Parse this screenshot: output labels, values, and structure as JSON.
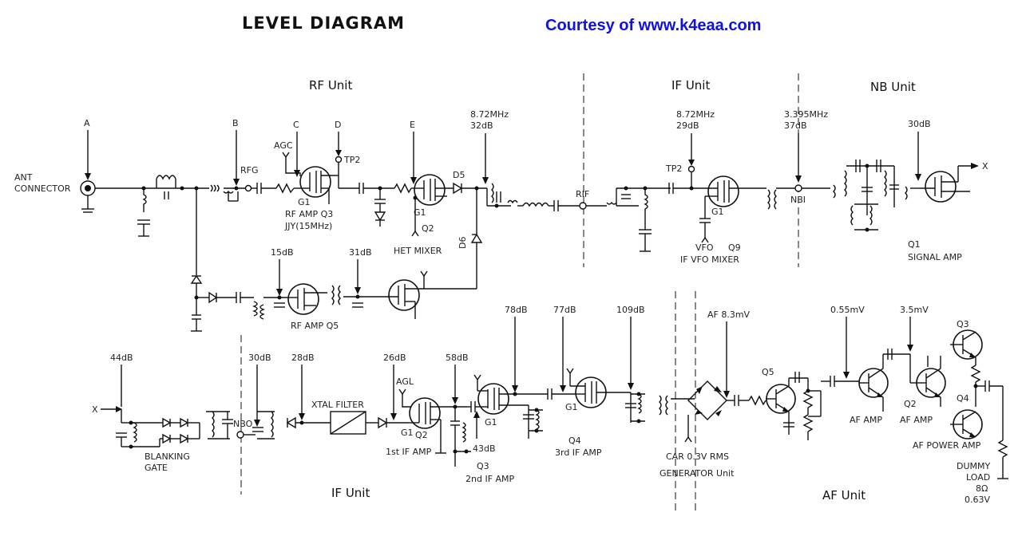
{
  "title": "LEVEL DIAGRAM",
  "courtesy": "Courtesy of www.k4eaa.com",
  "sections": {
    "rf_unit_top": "RF Unit",
    "if_unit_top": "IF Unit",
    "nb_unit": "NB Unit",
    "if_unit_bottom": "IF Unit",
    "af_unit": "AF Unit"
  },
  "test_points": {
    "a": "A",
    "b": "B",
    "c": "C",
    "d": "D",
    "e": "E",
    "x_right": "X",
    "x_left": "X"
  },
  "rf_labels": {
    "ant_connector_1": "ANT",
    "ant_connector_2": "CONNECTOR",
    "rfg": "RFG",
    "agc": "AGC",
    "tp2": "TP2",
    "g1": "G1",
    "rf_amp_q3": "RF AMP Q3",
    "jjy": "JJY(15MHz)",
    "d5": "D5",
    "d6": "D6",
    "het_g1": "G1",
    "q2": "Q2",
    "het_mixer": "HET MIXER",
    "freq_872": "8.72MHz",
    "db_32": "32dB",
    "db_15": "15dB",
    "db_31": "31dB",
    "rf_amp_q5": "RF AMP Q5"
  },
  "if_top_labels": {
    "rif": "RIF",
    "freq_872": "8.72MHz",
    "db_29": "29dB",
    "tp2": "TP2",
    "g1": "G1",
    "vfo": "VFO",
    "q9": "Q9",
    "if_vfo_mixer": "IF VFO MIXER",
    "freq_3395": "3.395MHz",
    "db_37": "37dB",
    "nbi": "NBI"
  },
  "nb_labels": {
    "db_30": "30dB",
    "q1": "Q1",
    "signal_amp": "SIGNAL AMP"
  },
  "if_bottom_labels": {
    "db_44": "44dB",
    "blanking_1": "BLANKING",
    "blanking_2": "GATE",
    "db_30": "30dB",
    "nbo": "NBO",
    "db_28": "28dB",
    "xtal_filter": "XTAL FILTER",
    "db_26": "26dB",
    "agl": "AGL",
    "g1_q2": "G1",
    "q2": "Q2",
    "first_if_amp": "1st IF AMP",
    "db_58": "58dB",
    "db_43": "43dB",
    "g1_q3": "G1",
    "q3": "Q3",
    "second_if_amp": "2nd IF AMP",
    "db_78": "78dB",
    "db_77": "77dB",
    "g1_q4": "G1",
    "q4": "Q4",
    "third_if_amp": "3rd IF AMP",
    "db_109": "109dB",
    "car": "CAR 0.3V RMS",
    "generator_unit": "GENERATOR Unit"
  },
  "af_labels": {
    "af_83": "AF 8.3mV",
    "q5": "Q5",
    "mv_055": "0.55mV",
    "af_amp_1": "AF AMP",
    "mv_35": "3.5mV",
    "q2": "Q2",
    "af_amp_2": "AF AMP",
    "q3": "Q3",
    "q4": "Q4",
    "af_power_amp": "AF POWER AMP",
    "dummy": "DUMMY",
    "load": "LOAD",
    "ohm": "8Ω",
    "v_063": "0.63V"
  }
}
